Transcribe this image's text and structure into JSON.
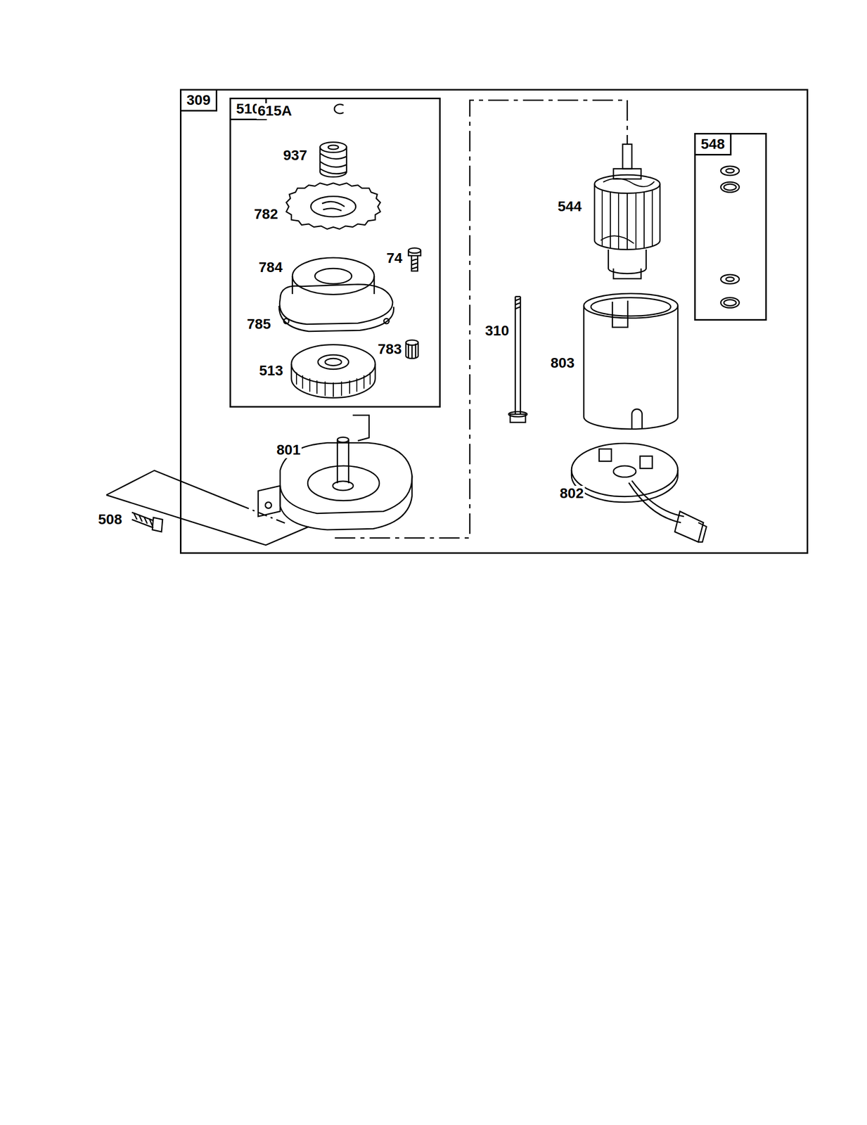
{
  "diagram": {
    "nodes": [
      {
        "text": [
          "309"
        ]
      },
      {
        "text": [
          "510"
        ],
        "in": 0
      },
      {
        "text": [
          "548"
        ],
        "in": 0
      }
    ],
    "labels": [
      "615A",
      "937",
      "782",
      "74",
      "784",
      "785",
      "783",
      "513",
      "801",
      "310",
      "544",
      "803",
      "802",
      "508"
    ]
  }
}
